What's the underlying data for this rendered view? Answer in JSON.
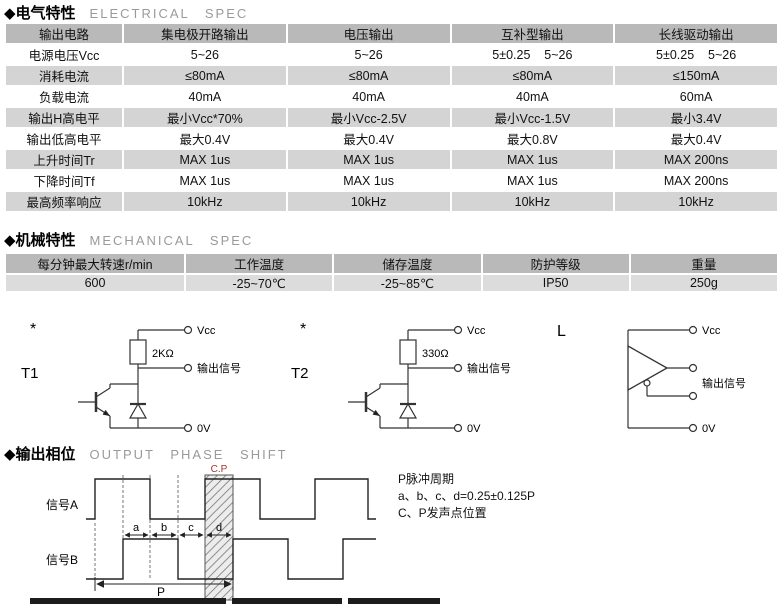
{
  "electrical": {
    "title_cn": "◆电气特性",
    "title_en": "ELECTRICAL SPEC",
    "table": {
      "corner": "输出电路",
      "columns": [
        "集电极开路输出",
        "电压输出",
        "互补型输出",
        "长线驱动输出"
      ],
      "rows": [
        {
          "label": "电源电压Vcc",
          "values": [
            "5~26",
            "5~26",
            "5±0.25    5~26",
            "5±0.25    5~26"
          ]
        },
        {
          "label": "消耗电流",
          "values": [
            "≤80mA",
            "≤80mA",
            "≤80mA",
            "≤150mA"
          ]
        },
        {
          "label": "负载电流",
          "values": [
            "40mA",
            "40mA",
            "40mA",
            "60mA"
          ]
        },
        {
          "label": "输出H高电平",
          "values": [
            "最小Vcc*70%",
            "最小Vcc-2.5V",
            "最小Vcc-1.5V",
            "最小3.4V"
          ]
        },
        {
          "label": "输出低高电平",
          "values": [
            "最大0.4V",
            "最大0.4V",
            "最大0.8V",
            "最大0.4V"
          ]
        },
        {
          "label": "上升时间Tr",
          "values": [
            "MAX 1us",
            "MAX 1us",
            "MAX 1us",
            "MAX 200ns"
          ]
        },
        {
          "label": "下降时间Tf",
          "values": [
            "MAX 1us",
            "MAX 1us",
            "MAX 1us",
            "MAX 200ns"
          ]
        },
        {
          "label": "最高频率响应",
          "values": [
            "10kHz",
            "10kHz",
            "10kHz",
            "10kHz"
          ]
        }
      ]
    }
  },
  "mechanical": {
    "title_cn": "◆机械特性",
    "title_en": "MECHANICAL SPEC",
    "table": {
      "headers": [
        "每分钟最大转速r/min",
        "工作温度",
        "储存温度",
        "防护等级",
        "重量"
      ],
      "values": [
        "600",
        "-25~70℃",
        "-25~85℃",
        "IP50",
        "250g"
      ]
    }
  },
  "circuits": {
    "labels": {
      "vcc": "Vcc",
      "output": "输出信号",
      "zero": "0V"
    },
    "t1": {
      "mark": "*",
      "name": "T1",
      "resistor": "2KΩ"
    },
    "t2": {
      "mark": "*",
      "name": "T2",
      "resistor": "330Ω"
    },
    "l": {
      "name": "L"
    }
  },
  "phase": {
    "title_cn": "◆输出相位",
    "title_en": "OUTPUT PHASE SHIFT",
    "signal_a": "信号A",
    "signal_b": "信号B",
    "cp_label": "C.P",
    "intervals": [
      "a",
      "b",
      "c",
      "d"
    ],
    "period_label": "P",
    "notes": [
      "P脉冲周期",
      "a、b、c、d=0.25±0.125P",
      "C、P发声点位置"
    ]
  }
}
